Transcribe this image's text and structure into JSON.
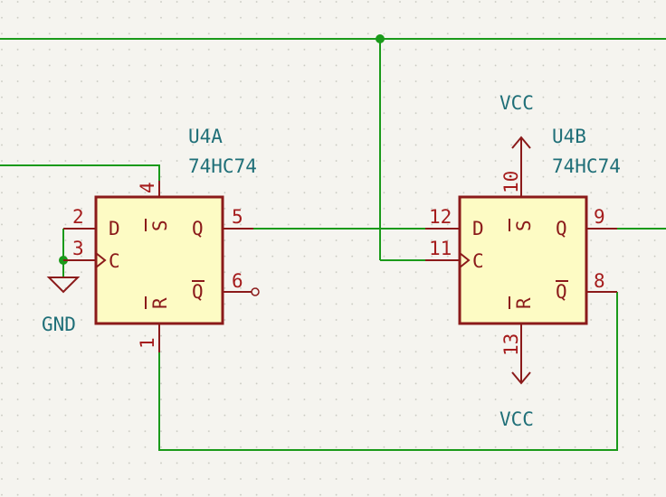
{
  "colors": {
    "background": "#f5f4ef",
    "grid": "#c8c8c0",
    "wire": "#1a9a1a",
    "symbol": "#8b1a1a",
    "symbol_fill": "#fdfbc4",
    "label": "#1f6f78"
  },
  "u4a": {
    "ref": "U4A",
    "value": "74HC74",
    "pins": {
      "d_num": "2",
      "c_num": "3",
      "s_num": "4",
      "q_num": "5",
      "qbar_num": "6",
      "r_num": "1"
    },
    "names": {
      "d": "D",
      "c": "C",
      "s": "S",
      "q": "Q",
      "qbar": "Q",
      "r": "R"
    }
  },
  "u4b": {
    "ref": "U4B",
    "value": "74HC74",
    "pins": {
      "d_num": "12",
      "c_num": "11",
      "s_num": "10",
      "q_num": "9",
      "qbar_num": "8",
      "r_num": "13"
    },
    "names": {
      "d": "D",
      "c": "C",
      "s": "S",
      "q": "Q",
      "qbar": "Q",
      "r": "R"
    }
  },
  "power": {
    "gnd_label": "GND",
    "vcc_top_label": "VCC",
    "vcc_bottom_label": "VCC"
  }
}
